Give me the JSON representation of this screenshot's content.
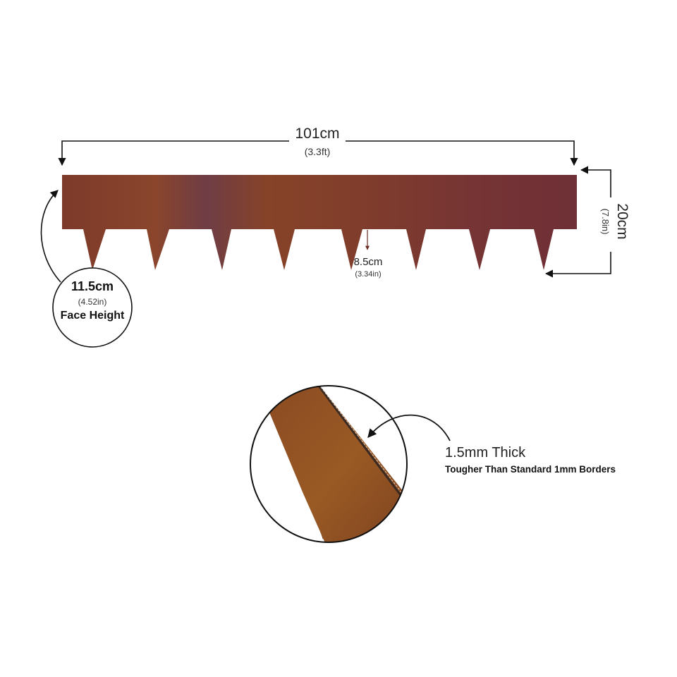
{
  "diagram": {
    "subject": "Metal garden lawn edging strip with spikes",
    "colors": {
      "rust": "#7a3a2c",
      "rust_light": "#8e4a2a",
      "rust_purple": "#6e3038",
      "line": "#111111",
      "background": "#ffffff"
    },
    "dimensions": {
      "length": {
        "value": "101cm",
        "alt": "(3.3ft)"
      },
      "height": {
        "value": "20cm",
        "alt": "(7.8in)"
      },
      "spike": {
        "value": "8.5cm",
        "alt": "(3.34in)"
      },
      "face": {
        "value": "11.5cm",
        "alt": "(4.52in)",
        "label": "Face Height"
      }
    },
    "spike_count": 8,
    "thickness_callout": {
      "title": "1.5mm Thick",
      "subtitle": "Tougher Than Standard 1mm Borders"
    }
  }
}
